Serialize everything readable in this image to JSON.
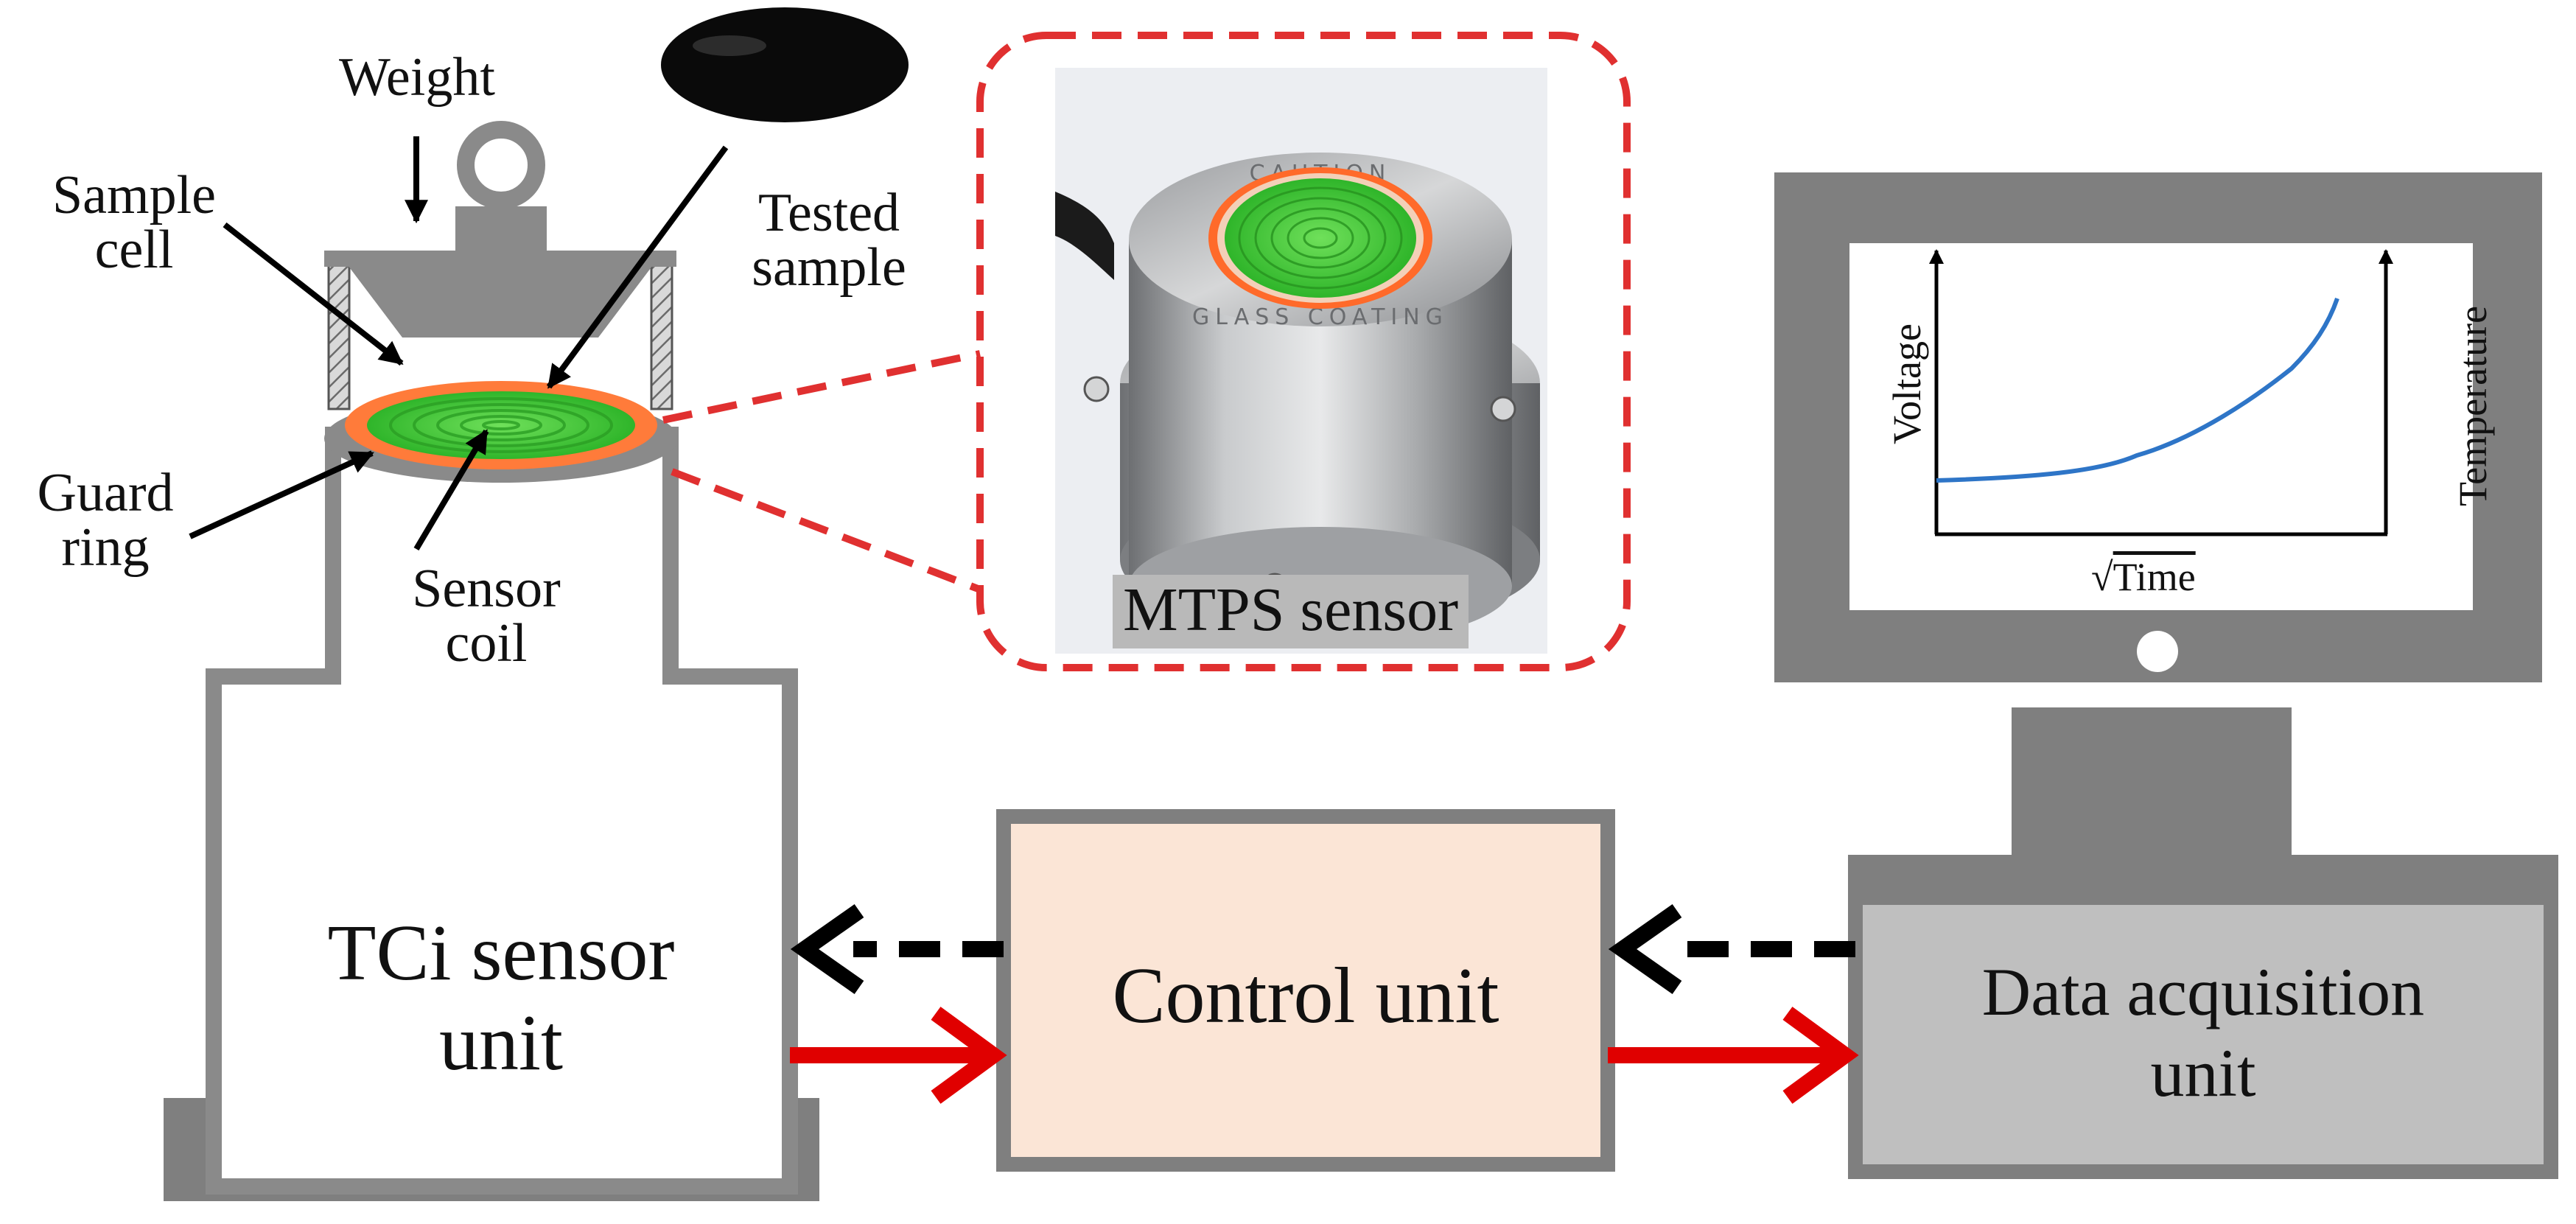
{
  "labels": {
    "weight": "Weight",
    "sample_cell_1": "Sample",
    "sample_cell_2": "cell",
    "tested_sample_1": "Tested",
    "tested_sample_2": "sample",
    "guard_ring_1": "Guard",
    "guard_ring_2": "ring",
    "sensor_coil_1": "Sensor",
    "sensor_coil_2": "coil",
    "mtps_sensor": "MTPS sensor",
    "tci_unit_1": "TCi sensor",
    "tci_unit_2": "unit",
    "control_unit": "Control unit",
    "daq_unit_1": "Data acquisition",
    "daq_unit_2": "unit"
  },
  "monitor_plot": {
    "ylabel_left": "Voltage",
    "ylabel_right": "Temperature",
    "xlabel_symbol": "√",
    "xlabel": "Time"
  },
  "colors": {
    "gray_fill": "#7f7f7f",
    "light_gray": "#bfbfbf",
    "control_fill": "#fbe5d6",
    "arrow_red": "#e00000",
    "dash_red": "#e03030",
    "sensor_green": "#4ccf3c",
    "ring_orange": "#ff7b3a",
    "curve_blue": "#2e75c7"
  }
}
